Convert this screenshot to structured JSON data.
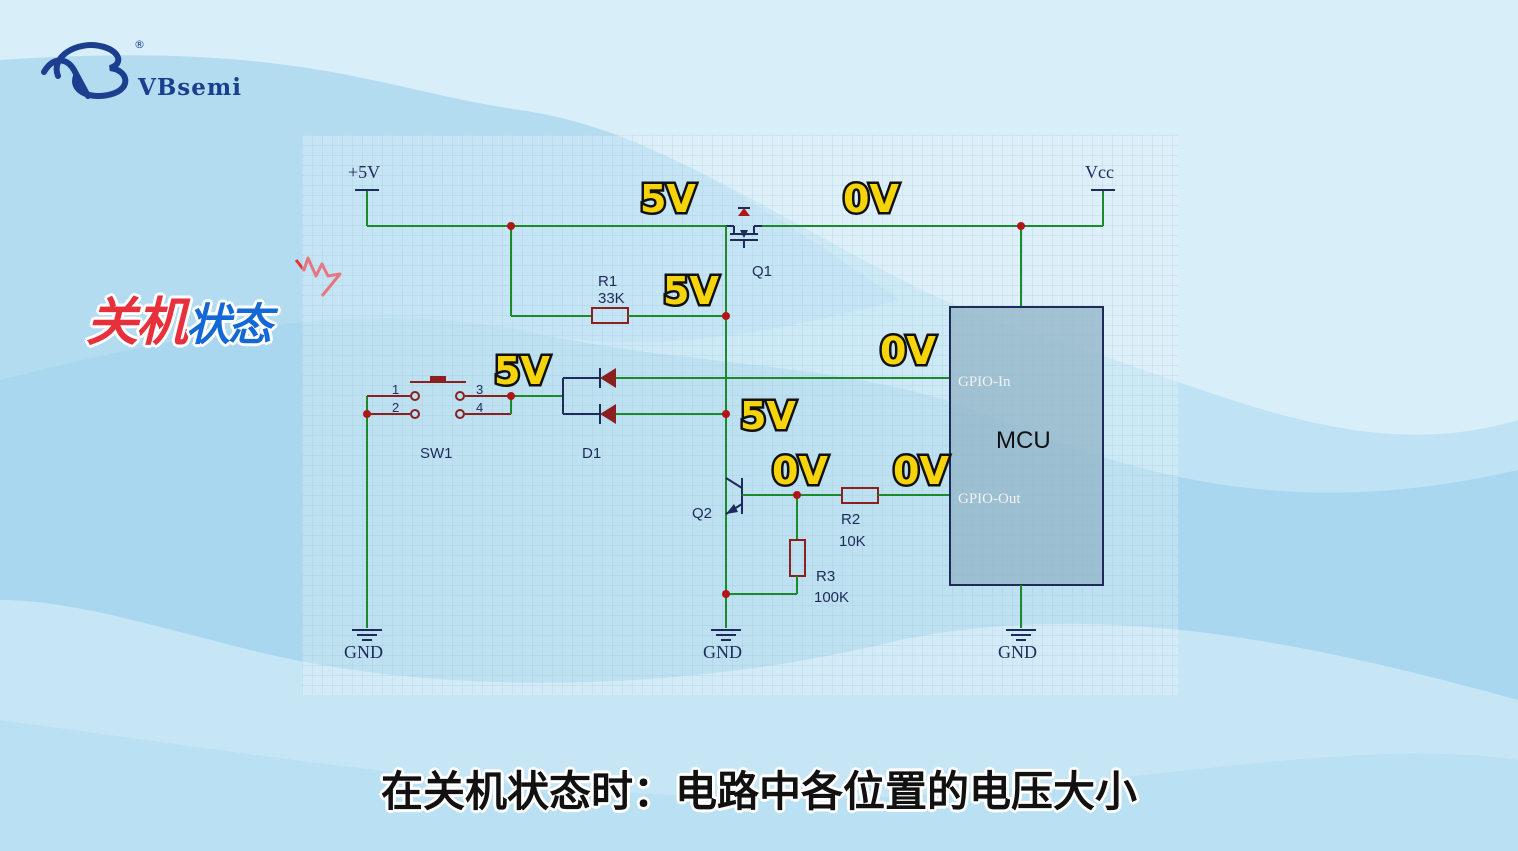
{
  "brand": {
    "name": "VBsemi",
    "registered_mark": "®"
  },
  "status_title": {
    "part1": "关机",
    "part2": "状态"
  },
  "subtitle": "在关机状态时：电路中各位置的电压大小",
  "circuit": {
    "rails": {
      "plus5v": "+5V",
      "vcc": "Vcc",
      "gnd": "GND"
    },
    "components": {
      "q1": "Q1",
      "r1": {
        "ref": "R1",
        "value": "33K"
      },
      "r2": {
        "ref": "R2",
        "value": "10K"
      },
      "r3": {
        "ref": "R3",
        "value": "100K"
      },
      "sw1": {
        "ref": "SW1",
        "pins": [
          "1",
          "2",
          "3",
          "4"
        ]
      },
      "d1": "D1",
      "q2": "Q2",
      "mcu": {
        "label": "MCU",
        "gpio_in": "GPIO-In",
        "gpio_out": "GPIO-Out"
      }
    },
    "voltages": {
      "q1_source": "5V",
      "q1_drain": "0V",
      "r1_node": "5V",
      "sw1_node": "5V",
      "gpio_in": "0V",
      "q2_collector": "5V",
      "q2_base": "0V",
      "gpio_out": "0V"
    }
  },
  "colors": {
    "voltage_label": "#f6d40a",
    "wire": "#1a8a2a",
    "title_red": "#e8303c",
    "title_blue": "#1468d6",
    "logo_blue": "#1b3f8e"
  }
}
